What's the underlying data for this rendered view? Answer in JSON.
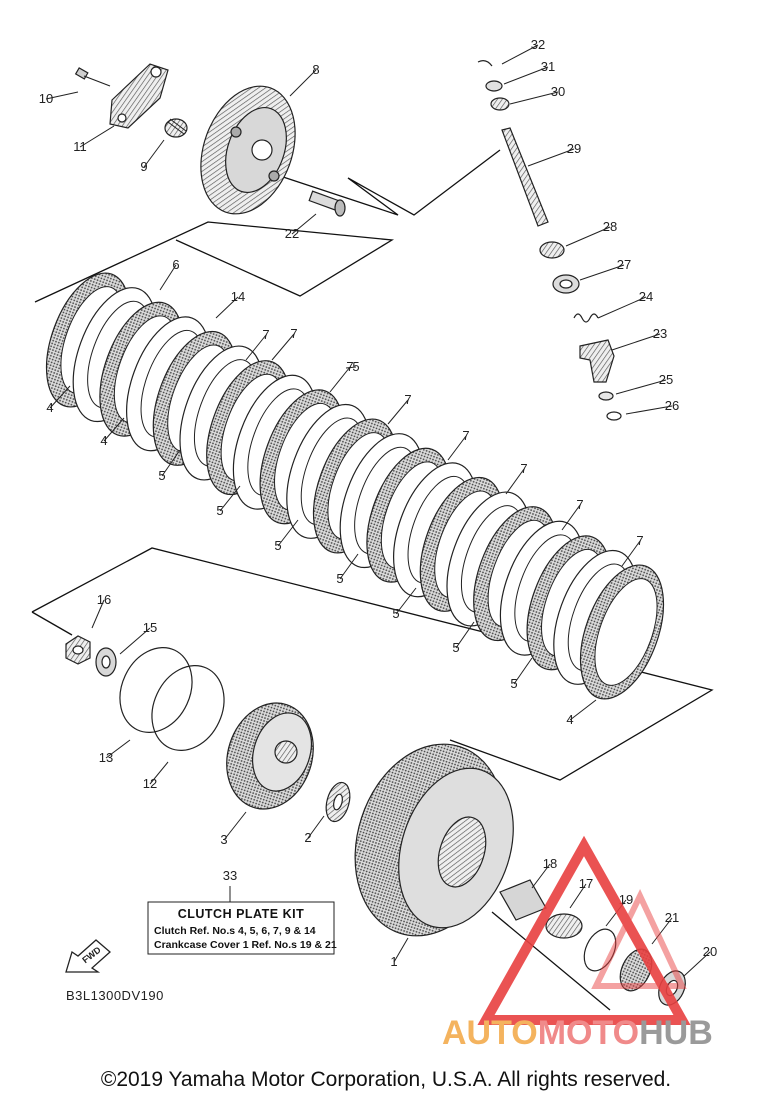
{
  "parts": [
    {
      "ref": "32"
    },
    {
      "ref": "31"
    },
    {
      "ref": "30"
    },
    {
      "ref": "29"
    },
    {
      "ref": "28"
    },
    {
      "ref": "27"
    },
    {
      "ref": "24"
    },
    {
      "ref": "23"
    },
    {
      "ref": "25"
    },
    {
      "ref": "26"
    },
    {
      "ref": "10"
    },
    {
      "ref": "11"
    },
    {
      "ref": "9"
    },
    {
      "ref": "8"
    },
    {
      "ref": "22"
    },
    {
      "ref": "6"
    },
    {
      "ref": "14"
    },
    {
      "ref": "4"
    },
    {
      "ref": "4"
    },
    {
      "ref": "4"
    },
    {
      "ref": "7"
    },
    {
      "ref": "7"
    },
    {
      "ref": "7"
    },
    {
      "ref": "7"
    },
    {
      "ref": "7"
    },
    {
      "ref": "7"
    },
    {
      "ref": "7"
    },
    {
      "ref": "7"
    },
    {
      "ref": "5"
    },
    {
      "ref": "5"
    },
    {
      "ref": "5"
    },
    {
      "ref": "5"
    },
    {
      "ref": "5"
    },
    {
      "ref": "5"
    },
    {
      "ref": "5"
    },
    {
      "ref": "5"
    },
    {
      "ref": "16"
    },
    {
      "ref": "15"
    },
    {
      "ref": "13"
    },
    {
      "ref": "12"
    },
    {
      "ref": "3"
    },
    {
      "ref": "2"
    },
    {
      "ref": "1"
    },
    {
      "ref": "18"
    },
    {
      "ref": "17"
    },
    {
      "ref": "19"
    },
    {
      "ref": "21"
    },
    {
      "ref": "20"
    },
    {
      "ref": "33"
    }
  ],
  "kit_box": {
    "title": "CLUTCH PLATE KIT",
    "line1": "Clutch  Ref. No.s  4, 5, 6, 7, 9 & 14",
    "line2": "Crankcase Cover 1  Ref. No.s  19 & 21"
  },
  "fwd_label": "FWD",
  "diagram_code": "B3L1300DV190",
  "watermark": {
    "auto": "AUTO",
    "moto": "MOTO",
    "hub": "HUB"
  },
  "copyright": "©2019 Yamaha Motor Corporation, U.S.A. All rights reserved.",
  "colors": {
    "line": "#222222",
    "watermark_red": "#e84040",
    "watermark_orange": "#f4b35e",
    "watermark_gray": "#9a9a9a"
  }
}
